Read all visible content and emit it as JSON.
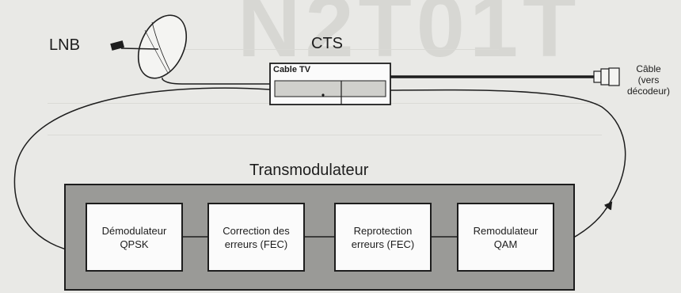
{
  "labels": {
    "lnb": "LNB",
    "cts": "CTS",
    "cable_tv": "Cable TV",
    "cable_lines": [
      "Câble",
      "(vers",
      "décodeur)"
    ],
    "transmodulator": "Transmodulateur"
  },
  "blocks": [
    {
      "line1": "Démodulateur",
      "line2": "QPSK"
    },
    {
      "line1": "Correction des",
      "line2": "erreurs (FEC)"
    },
    {
      "line1": "Reprotection",
      "line2": "erreurs (FEC)"
    },
    {
      "line1": "Remodulateur",
      "line2": "QAM"
    }
  ],
  "colors": {
    "ink": "#1d1d1d",
    "frame_fill": "#9a9a97",
    "block_fill": "#fbfbfb",
    "background": "#e9e9e6"
  }
}
